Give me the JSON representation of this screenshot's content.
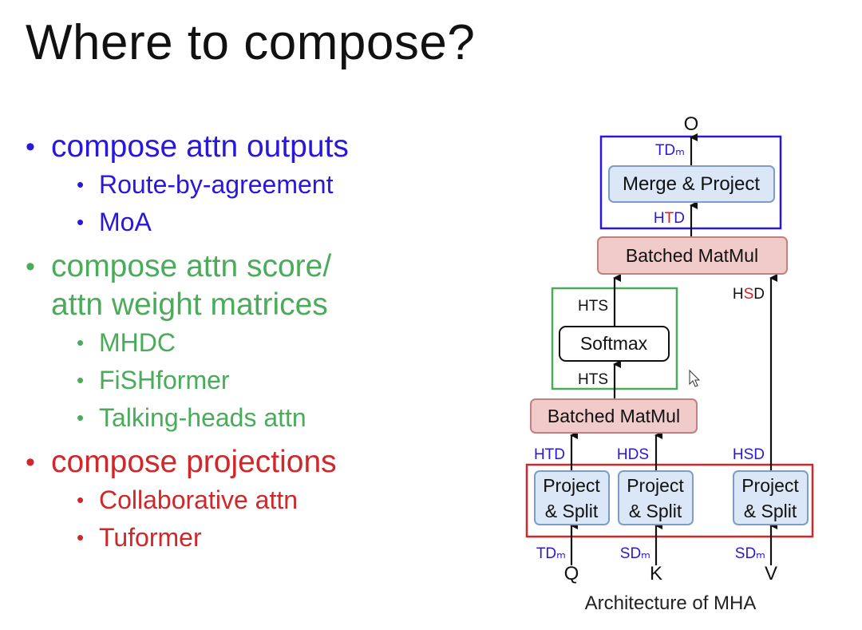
{
  "title": "Where to compose?",
  "colors": {
    "blue": "#2a18d8",
    "green": "#4aac5a",
    "red": "#d0282a",
    "black": "#111111"
  },
  "bullets": [
    {
      "color": "blue",
      "lines": [
        "compose attn outputs"
      ],
      "sub": [
        "Route-by-agreement",
        "MoA"
      ]
    },
    {
      "color": "green",
      "lines": [
        "compose attn score/",
        "attn weight matrices"
      ],
      "sub": [
        "MHDC",
        "FiSHformer",
        "Talking-heads attn"
      ]
    },
    {
      "color": "red",
      "lines": [
        "compose projections"
      ],
      "sub": [
        "Collaborative attn",
        "Tuformer"
      ]
    }
  ],
  "diagram": {
    "output_label": "O",
    "merge_project": "Merge & Project",
    "batched_matmul_top": "Batched MatMul",
    "softmax": "Softmax",
    "batched_matmul_bottom": "Batched MatMul",
    "project_split_line1": "Project",
    "project_split_line2": "& Split",
    "inputs": [
      "Q",
      "K",
      "V"
    ],
    "dims": {
      "merge_out": "TDₘ",
      "merge_in_pre": "H",
      "merge_in_red": "T",
      "merge_in_post": "D",
      "hsd_pre": "H",
      "hsd_red": "S",
      "hsd_post": "D",
      "hts_top": "HTS",
      "hts_bottom": "HTS",
      "htd": "HTD",
      "hds": "HDS",
      "hsd_bottom": "HSD",
      "in_q": "TDₘ",
      "in_k": "SDₘ",
      "in_v": "SDₘ"
    }
  },
  "caption": "Architecture of MHA"
}
